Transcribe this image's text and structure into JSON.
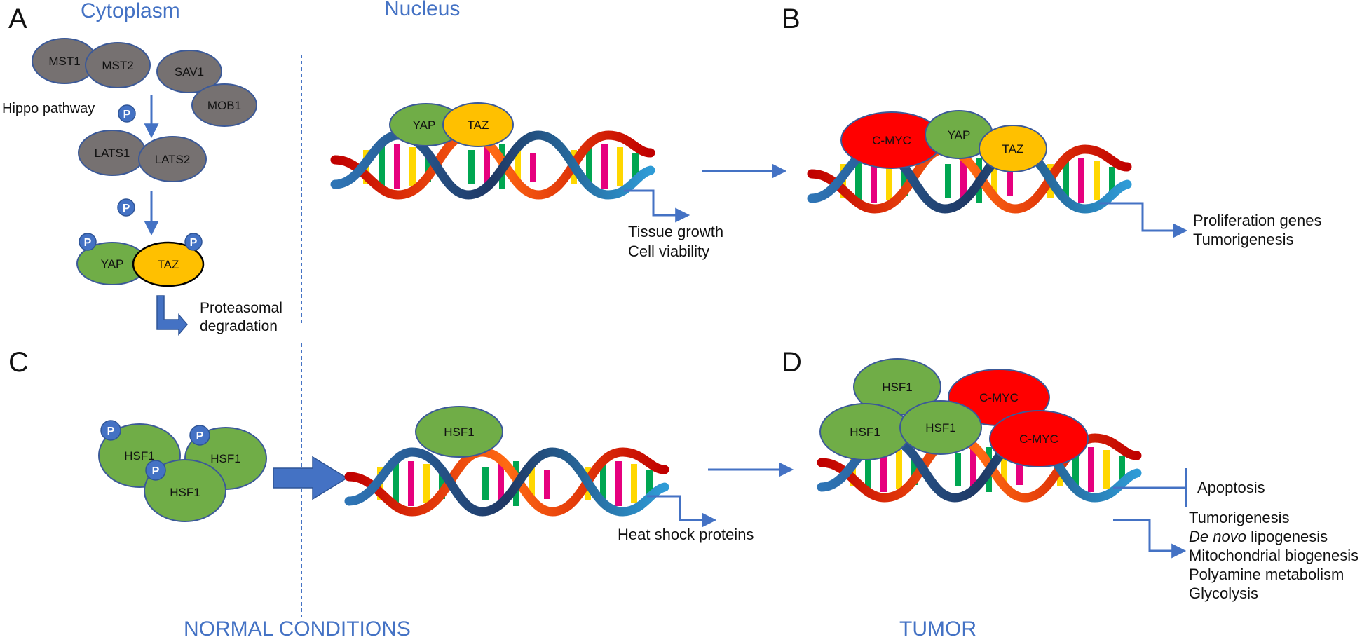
{
  "panels": {
    "a": "A",
    "b": "B",
    "c": "C",
    "d": "D"
  },
  "headers": {
    "cytoplasm": "Cytoplasm",
    "nucleus": "Nucleus",
    "normal": "NORMAL CONDITIONS",
    "tumor": "TUMOR"
  },
  "phospho": "P",
  "panel_a": {
    "hippo": "Hippo pathway",
    "mst1": "MST1",
    "mst2": "MST2",
    "sav1": "SAV1",
    "mob1": "MOB1",
    "lats1": "LATS1",
    "lats2": "LATS2",
    "yap": "YAP",
    "taz": "TAZ",
    "proteasomal": "Proteasomal",
    "degradation": "degradation",
    "nuc_yap": "YAP",
    "nuc_taz": "TAZ",
    "out1": "Tissue growth",
    "out2": "Cell viability"
  },
  "panel_b": {
    "cmyc": "C-MYC",
    "yap": "YAP",
    "taz": "TAZ",
    "out1": "Proliferation genes",
    "out2": "Tumorigenesis"
  },
  "panel_c": {
    "hsf1_a": "HSF1",
    "hsf1_b": "HSF1",
    "hsf1_c": "HSF1",
    "hsf1_dna": "HSF1",
    "out1": "Heat shock proteins"
  },
  "panel_d": {
    "hsf1_top": "HSF1",
    "hsf1_left": "HSF1",
    "hsf1_mid": "HSF1",
    "cmyc_top": "C-MYC",
    "cmyc_bottom": "C-MYC",
    "inhibit": "Apoptosis",
    "out1": "Tumorigenesis",
    "out2_em": "De novo",
    "out2_rest": " lipogenesis",
    "out3": "Mitochondrial biogenesis",
    "out4": "Polyamine metabolism",
    "out5": "Glycolysis"
  },
  "colors": {
    "gray_protein": "#767171",
    "green_protein": "#70AD47",
    "yellow_protein": "#FFC000",
    "red_protein": "#FF0000",
    "accent_blue": "#4472C4",
    "phospho_blue": "#4472C4"
  },
  "icons": [
    "dna-helix",
    "phosphate-circle",
    "pathway-arrow",
    "inhibition-bar"
  ]
}
